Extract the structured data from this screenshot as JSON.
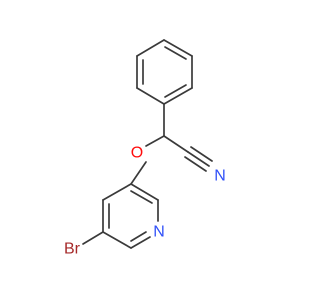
{
  "molecule": {
    "atoms": {
      "oxygen": {
        "symbol": "O",
        "color": "#ff0d0d"
      },
      "nitrile_nitrogen": {
        "symbol": "N",
        "color": "#3050f8"
      },
      "pyridine_nitrogen": {
        "symbol": "N",
        "color": "#3050f8"
      },
      "bromine": {
        "symbol": "Br",
        "color": "#a62929"
      }
    },
    "bond_color": "#3a3a3a"
  }
}
